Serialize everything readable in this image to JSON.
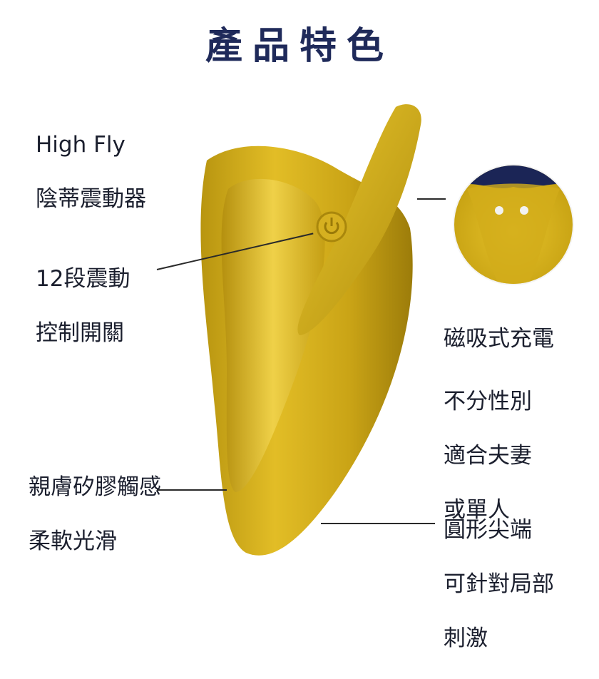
{
  "title": "產品特色",
  "labels": {
    "product_name": "High Fly",
    "product_desc": "陰蒂震動器",
    "switch_line1": "12段震動",
    "switch_line2": "控制開關",
    "charge": "磁吸式充電",
    "gender_line1": "不分性別",
    "gender_line2": "適合夫妻",
    "gender_line3": "或單人",
    "silicone_line1": "親膚矽膠觸感",
    "silicone_line2": "柔軟光滑",
    "tip_line1": "圓形尖端",
    "tip_line2": "可針對局部",
    "tip_line3": "刺激"
  },
  "colors": {
    "title": "#1f2a5a",
    "product_yellow": "#d9b21c",
    "product_shadow": "#a8860c",
    "inset_navy": "#1b2556"
  }
}
